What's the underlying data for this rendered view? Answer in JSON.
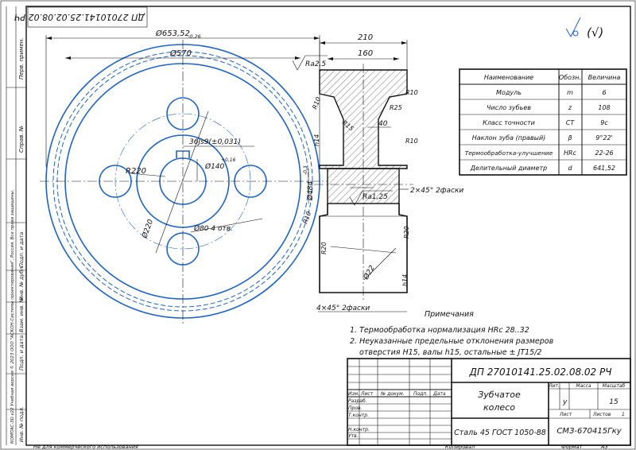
{
  "stamp_rotated": "ДП 27010141.25.02.08.02 РЧ",
  "roughness_general": "(√)",
  "side_labels": {
    "perv_primen": "Перв. примен.",
    "sprav_no": "Справ. №",
    "podp_data_1": "Подп. и дата",
    "inv_dubl": "Инв. № дубл.",
    "vzam_inv": "Взам. инв. №",
    "podp_data_2": "Подп. и дата",
    "inv_podl": "Инв. № подл.",
    "kompas_note": "КОМПАС-3D v22 Учебная версия © 2023 ООО \"АСКОН-Системы проектирования\", Россия. Все права защищены."
  },
  "front_view": {
    "d_outer": "Ø653,52",
    "d_outer_tol": "-0,26",
    "d_rim": "Ø570",
    "keyway": "36Js9(±0,031)",
    "bore": "Ø140",
    "bore_tol": "+0,16",
    "hole_circle": "Ø220",
    "holes": "Ø80 4 отв.",
    "radius": "R220"
  },
  "section_view": {
    "width_total": "210",
    "width_hub": "160",
    "roughness_top": "Ra2,5",
    "roughness_mid": "Ra1,25",
    "web": "40",
    "r10_a": "R10",
    "r10_b": "R10",
    "r10_c": "R10",
    "r10_d": "R10",
    "r15": "R15",
    "r25": "R25",
    "r20_a": "R20",
    "r20_b": "R20",
    "d_left": "Ø484",
    "d_left_tol": "-0,3",
    "h14_a": "h14",
    "h14_b": "h14",
    "chamfer_top": "2×45° 2фаски",
    "chamfer_bottom": "4×45° 2фаски",
    "hole_depth": "Ø22"
  },
  "params": {
    "headers": [
      "Наименование",
      "Обозн.",
      "Величина"
    ],
    "rows": [
      [
        "Модуль",
        "m",
        "6"
      ],
      [
        "Число зубьев",
        "z",
        "108"
      ],
      [
        "Класс точности",
        "CT",
        "9с"
      ],
      [
        "Наклон зуба (правый)",
        "β",
        "9°22'"
      ],
      [
        "Термообработка-улучшение",
        "HRc",
        "22-26"
      ],
      [
        "Делительный диаметр",
        "d",
        "641,52"
      ]
    ]
  },
  "notes": {
    "title": "Примечания",
    "n1": "1. Термообработка нормализация HRc 28..32",
    "n2": "2. Неуказанные предельные отклонения размеров",
    "n3": "отверстия H15, валы h15, остальные ± JT15/2"
  },
  "title_block": {
    "designation": "ДП 27010141.25.02.08.02 РЧ",
    "name_1": "Зубчатое",
    "name_2": "колесо",
    "material": "Сталь 45 ГОСТ 1050-88",
    "org": "СМЗ-670415Гку",
    "lit_hdr": "Лит.",
    "mass_hdr": "Масса",
    "scale_hdr": "Масштаб",
    "lit_val": "у",
    "scale_val": "15",
    "sheet": "Лист",
    "sheets": "Листов",
    "sheets_val": "1",
    "rev_headers": [
      "Изм.",
      "Лист",
      "№ докум.",
      "Подп.",
      "Дата"
    ],
    "roles": [
      "Разраб.",
      "Пров.",
      "Т.контр.",
      "",
      "Н.контр.",
      "Утв."
    ],
    "copied": "Копировал",
    "format": "Формат",
    "format_val": "А3",
    "noncommercial": "Не для коммерческого использования"
  },
  "colors": {
    "line": "#111111",
    "blue": "#1f63c8"
  }
}
